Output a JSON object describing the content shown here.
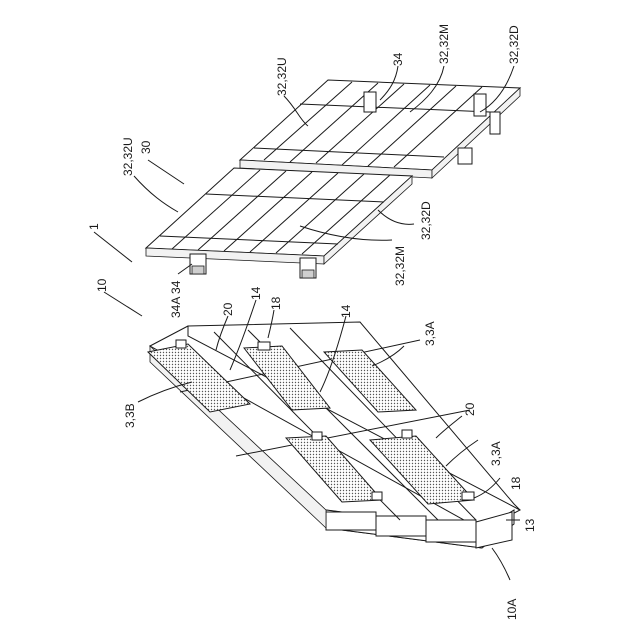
{
  "labels": {
    "l_32_32U_top": "32,32U",
    "l_34_top": "34",
    "l_32_32M_top": "32,32M",
    "l_32_32D_top": "32,32D",
    "l_30": "30",
    "l_32_32U_left": "32,32U",
    "l_1": "1",
    "l_32_32D_mid": "32,32D",
    "l_32_32M_mid": "32,32M",
    "l_34A_34": "34A 34",
    "l_10": "10",
    "l_20_top": "20",
    "l_14_left": "14",
    "l_18_top": "18",
    "l_14_right": "14",
    "l_3_3A_top": "3,3A",
    "l_3_3B": "3,3B",
    "l_20_bottom": "20",
    "l_3_3A_bottom": "3,3A",
    "l_18_bottom": "18",
    "l_13": "13",
    "l_10A": "10A"
  }
}
